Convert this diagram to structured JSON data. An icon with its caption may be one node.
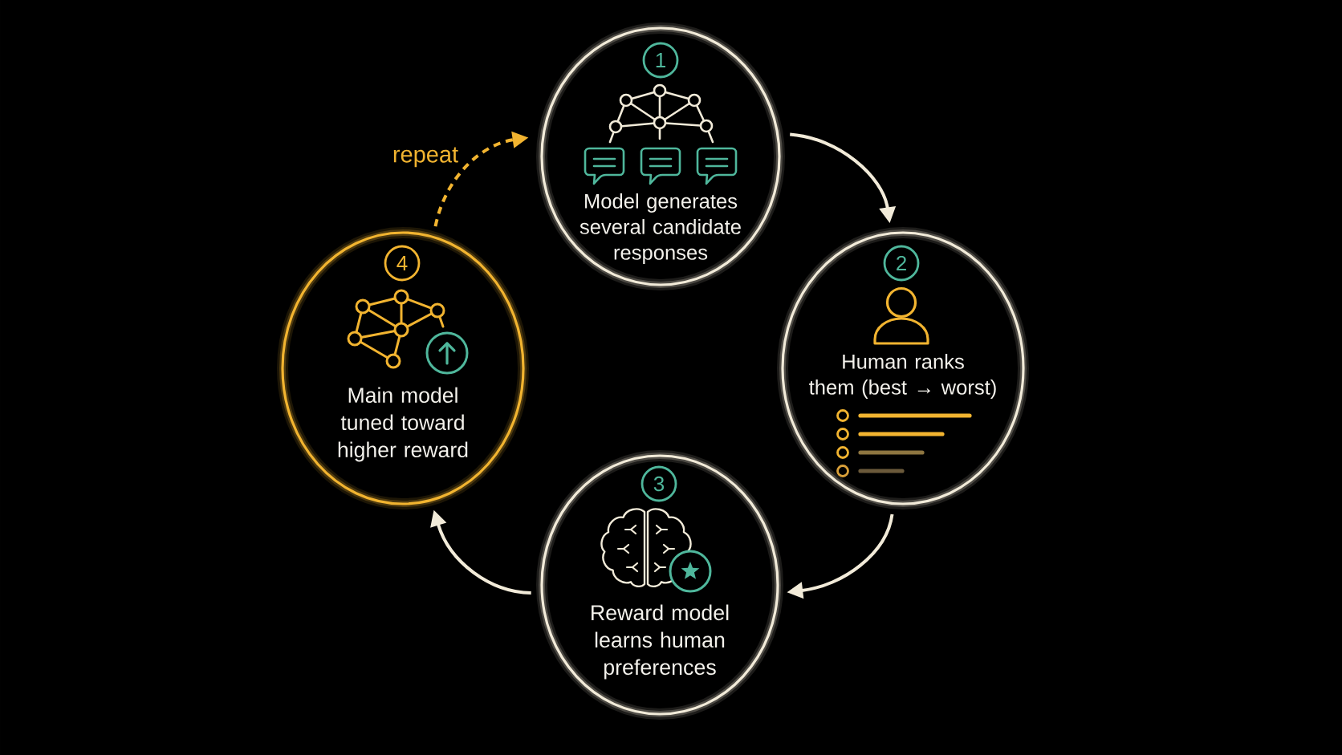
{
  "diagram": {
    "nodes": [
      {
        "text": [
          "Model generates several candidate responses"
        ]
      },
      {
        "text": [
          "1"
        ],
        "in": 0
      },
      {
        "text": [
          "Human ranks them (best → worst)"
        ]
      },
      {
        "text": [
          "2"
        ],
        "in": 2
      },
      {
        "text": [
          "Reward model learns human preferences"
        ]
      },
      {
        "text": [
          "3"
        ],
        "in": 4
      },
      {
        "text": [
          "Main model tuned toward higher reward"
        ]
      },
      {
        "text": [
          "4"
        ],
        "in": 6
      }
    ],
    "edges": [
      {
        "from": 0,
        "to": 2,
        "arrow": "to"
      },
      {
        "from": 2,
        "to": 4,
        "arrow": "to"
      },
      {
        "from": 4,
        "to": 6,
        "arrow": "to"
      },
      {
        "from": 6,
        "to": 0,
        "arrow": "to",
        "label": "repeat",
        "style": "dashed",
        "color": "#f2b430"
      }
    ]
  }
}
